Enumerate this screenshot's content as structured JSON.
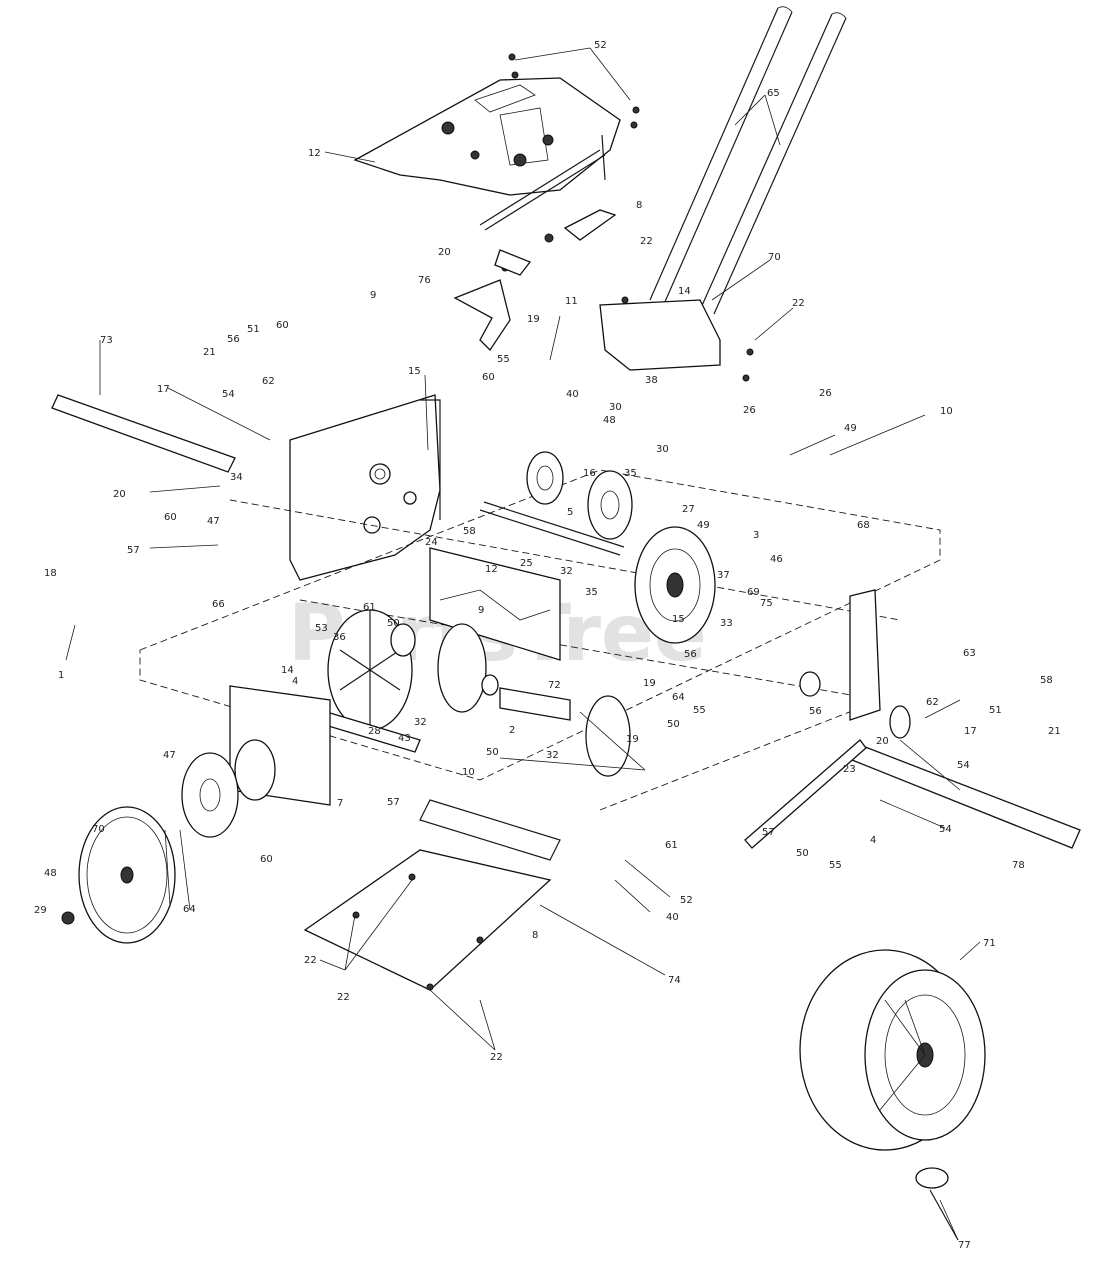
{
  "watermark": "PartsTree",
  "callouts": [
    {
      "id": "c52a",
      "text": "52"
    },
    {
      "id": "c65",
      "text": "65"
    },
    {
      "id": "c12a",
      "text": "12"
    },
    {
      "id": "c8a",
      "text": "8"
    },
    {
      "id": "c20a",
      "text": "20"
    },
    {
      "id": "c76",
      "text": "76"
    },
    {
      "id": "c9a",
      "text": "9"
    },
    {
      "id": "c19a",
      "text": "19"
    },
    {
      "id": "c22a",
      "text": "22"
    },
    {
      "id": "c14a",
      "text": "14"
    },
    {
      "id": "c70a",
      "text": "70"
    },
    {
      "id": "c22b",
      "text": "22"
    },
    {
      "id": "c73",
      "text": "73"
    },
    {
      "id": "c56a",
      "text": "56"
    },
    {
      "id": "c51a",
      "text": "51"
    },
    {
      "id": "c60a",
      "text": "60"
    },
    {
      "id": "c21a",
      "text": "21"
    },
    {
      "id": "c62a",
      "text": "62"
    },
    {
      "id": "c17a",
      "text": "17"
    },
    {
      "id": "c54a",
      "text": "54"
    },
    {
      "id": "c15a",
      "text": "15"
    },
    {
      "id": "c11",
      "text": "11"
    },
    {
      "id": "c55a",
      "text": "55"
    },
    {
      "id": "c60b",
      "text": "60"
    },
    {
      "id": "c40a",
      "text": "40"
    },
    {
      "id": "c38",
      "text": "38"
    },
    {
      "id": "c30a",
      "text": "30"
    },
    {
      "id": "c48a",
      "text": "48"
    },
    {
      "id": "c26a",
      "text": "26"
    },
    {
      "id": "c26b",
      "text": "26"
    },
    {
      "id": "c10a",
      "text": "10"
    },
    {
      "id": "c49a",
      "text": "49"
    },
    {
      "id": "c30b",
      "text": "30"
    },
    {
      "id": "c16",
      "text": "16"
    },
    {
      "id": "c35a",
      "text": "35"
    },
    {
      "id": "c20b",
      "text": "20"
    },
    {
      "id": "c34",
      "text": "34"
    },
    {
      "id": "c60c",
      "text": "60"
    },
    {
      "id": "c47a",
      "text": "47"
    },
    {
      "id": "c5",
      "text": "5"
    },
    {
      "id": "c27",
      "text": "27"
    },
    {
      "id": "c49b",
      "text": "49"
    },
    {
      "id": "c3",
      "text": "3"
    },
    {
      "id": "c68",
      "text": "68"
    },
    {
      "id": "c46",
      "text": "46"
    },
    {
      "id": "c57a",
      "text": "57"
    },
    {
      "id": "c24",
      "text": "24"
    },
    {
      "id": "c58a",
      "text": "58"
    },
    {
      "id": "c12b",
      "text": "12"
    },
    {
      "id": "c25",
      "text": "25"
    },
    {
      "id": "c32a",
      "text": "32"
    },
    {
      "id": "c35b",
      "text": "35"
    },
    {
      "id": "c37",
      "text": "37"
    },
    {
      "id": "c69",
      "text": "69"
    },
    {
      "id": "c75",
      "text": "75"
    },
    {
      "id": "c18",
      "text": "18"
    },
    {
      "id": "c66",
      "text": "66"
    },
    {
      "id": "c9b",
      "text": "9"
    },
    {
      "id": "c53",
      "text": "53"
    },
    {
      "id": "c36",
      "text": "36"
    },
    {
      "id": "c61a",
      "text": "61"
    },
    {
      "id": "c50a",
      "text": "50"
    },
    {
      "id": "c72",
      "text": "72"
    },
    {
      "id": "c15b",
      "text": "15"
    },
    {
      "id": "c33",
      "text": "33"
    },
    {
      "id": "c56b",
      "text": "56"
    },
    {
      "id": "c1",
      "text": "1"
    },
    {
      "id": "c14b",
      "text": "14"
    },
    {
      "id": "c4a",
      "text": "4"
    },
    {
      "id": "c19b",
      "text": "19"
    },
    {
      "id": "c63",
      "text": "63"
    },
    {
      "id": "c58b",
      "text": "58"
    },
    {
      "id": "c62b",
      "text": "62"
    },
    {
      "id": "c64",
      "text": "64"
    },
    {
      "id": "c55b",
      "text": "55"
    },
    {
      "id": "c56c",
      "text": "56"
    },
    {
      "id": "c20c",
      "text": "20"
    },
    {
      "id": "c17b",
      "text": "17"
    },
    {
      "id": "c51b",
      "text": "51"
    },
    {
      "id": "c21b",
      "text": "21"
    },
    {
      "id": "c28",
      "text": "28"
    },
    {
      "id": "c43",
      "text": "43"
    },
    {
      "id": "c32b",
      "text": "32"
    },
    {
      "id": "c2",
      "text": "2"
    },
    {
      "id": "c50b",
      "text": "50"
    },
    {
      "id": "c32c",
      "text": "32"
    },
    {
      "id": "c19c",
      "text": "19"
    },
    {
      "id": "c50c",
      "text": "50"
    },
    {
      "id": "c23",
      "text": "23"
    },
    {
      "id": "c54b",
      "text": "54"
    },
    {
      "id": "c10b",
      "text": "10"
    },
    {
      "id": "c61b",
      "text": "61"
    },
    {
      "id": "c47b",
      "text": "47"
    },
    {
      "id": "c7",
      "text": "7"
    },
    {
      "id": "c57b",
      "text": "57"
    },
    {
      "id": "c70b",
      "text": "70"
    },
    {
      "id": "c60d",
      "text": "60"
    },
    {
      "id": "c64b",
      "text": "64"
    },
    {
      "id": "c48b",
      "text": "48"
    },
    {
      "id": "c29",
      "text": "29"
    },
    {
      "id": "c52b",
      "text": "52"
    },
    {
      "id": "c40b",
      "text": "40"
    },
    {
      "id": "c57c",
      "text": "57"
    },
    {
      "id": "c50d",
      "text": "50"
    },
    {
      "id": "c55c",
      "text": "55"
    },
    {
      "id": "c4b",
      "text": "4"
    },
    {
      "id": "c54c",
      "text": "54"
    },
    {
      "id": "c78",
      "text": "78"
    },
    {
      "id": "c71a",
      "text": "71"
    },
    {
      "id": "c74",
      "text": "74"
    },
    {
      "id": "c8b",
      "text": "8"
    },
    {
      "id": "c22c",
      "text": "22"
    },
    {
      "id": "c22d",
      "text": "22"
    },
    {
      "id": "c77",
      "text": "77"
    },
    {
      "id": "c22e",
      "text": "22"
    }
  ]
}
